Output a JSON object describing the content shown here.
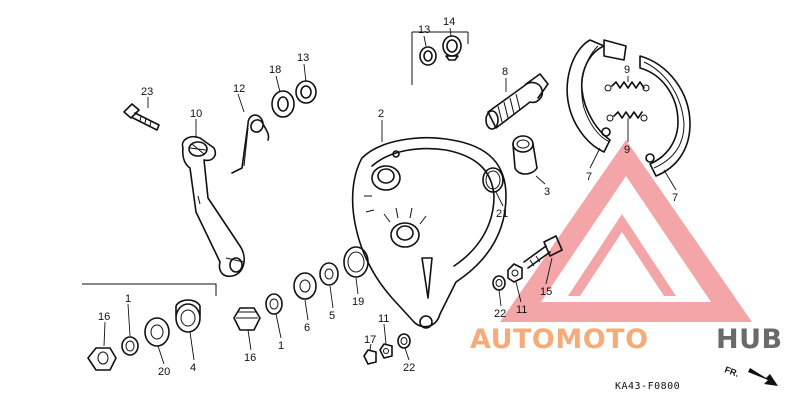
{
  "diagram": {
    "code": "KA43-F0800",
    "direction_label": "FR.",
    "callouts": [
      {
        "id": "c23",
        "text": "23"
      },
      {
        "id": "c10",
        "text": "10"
      },
      {
        "id": "c12",
        "text": "12"
      },
      {
        "id": "c18",
        "text": "18"
      },
      {
        "id": "c13a",
        "text": "13"
      },
      {
        "id": "c13b",
        "text": "13"
      },
      {
        "id": "c14",
        "text": "14"
      },
      {
        "id": "c8",
        "text": "8"
      },
      {
        "id": "c2",
        "text": "2"
      },
      {
        "id": "c9a",
        "text": "9"
      },
      {
        "id": "c9b",
        "text": "9"
      },
      {
        "id": "c7a",
        "text": "7"
      },
      {
        "id": "c7b",
        "text": "7"
      },
      {
        "id": "c3",
        "text": "3"
      },
      {
        "id": "c21",
        "text": "21"
      },
      {
        "id": "c16a",
        "text": "16"
      },
      {
        "id": "c1a",
        "text": "1"
      },
      {
        "id": "c20",
        "text": "20"
      },
      {
        "id": "c4",
        "text": "4"
      },
      {
        "id": "c16b",
        "text": "16"
      },
      {
        "id": "c1b",
        "text": "1"
      },
      {
        "id": "c6",
        "text": "6"
      },
      {
        "id": "c5",
        "text": "5"
      },
      {
        "id": "c19",
        "text": "19"
      },
      {
        "id": "c11a",
        "text": "11"
      },
      {
        "id": "c17",
        "text": "17"
      },
      {
        "id": "c22a",
        "text": "22"
      },
      {
        "id": "c22b",
        "text": "22"
      },
      {
        "id": "c11b",
        "text": "11"
      },
      {
        "id": "c15",
        "text": "15"
      }
    ]
  },
  "watermark": {
    "brand_part1": "AUTOMOTO",
    "brand_part2": "HUB",
    "color_primary": "#f0898c",
    "color_secondary": "#f6c27a",
    "color_dark": "#5a5a5a"
  }
}
